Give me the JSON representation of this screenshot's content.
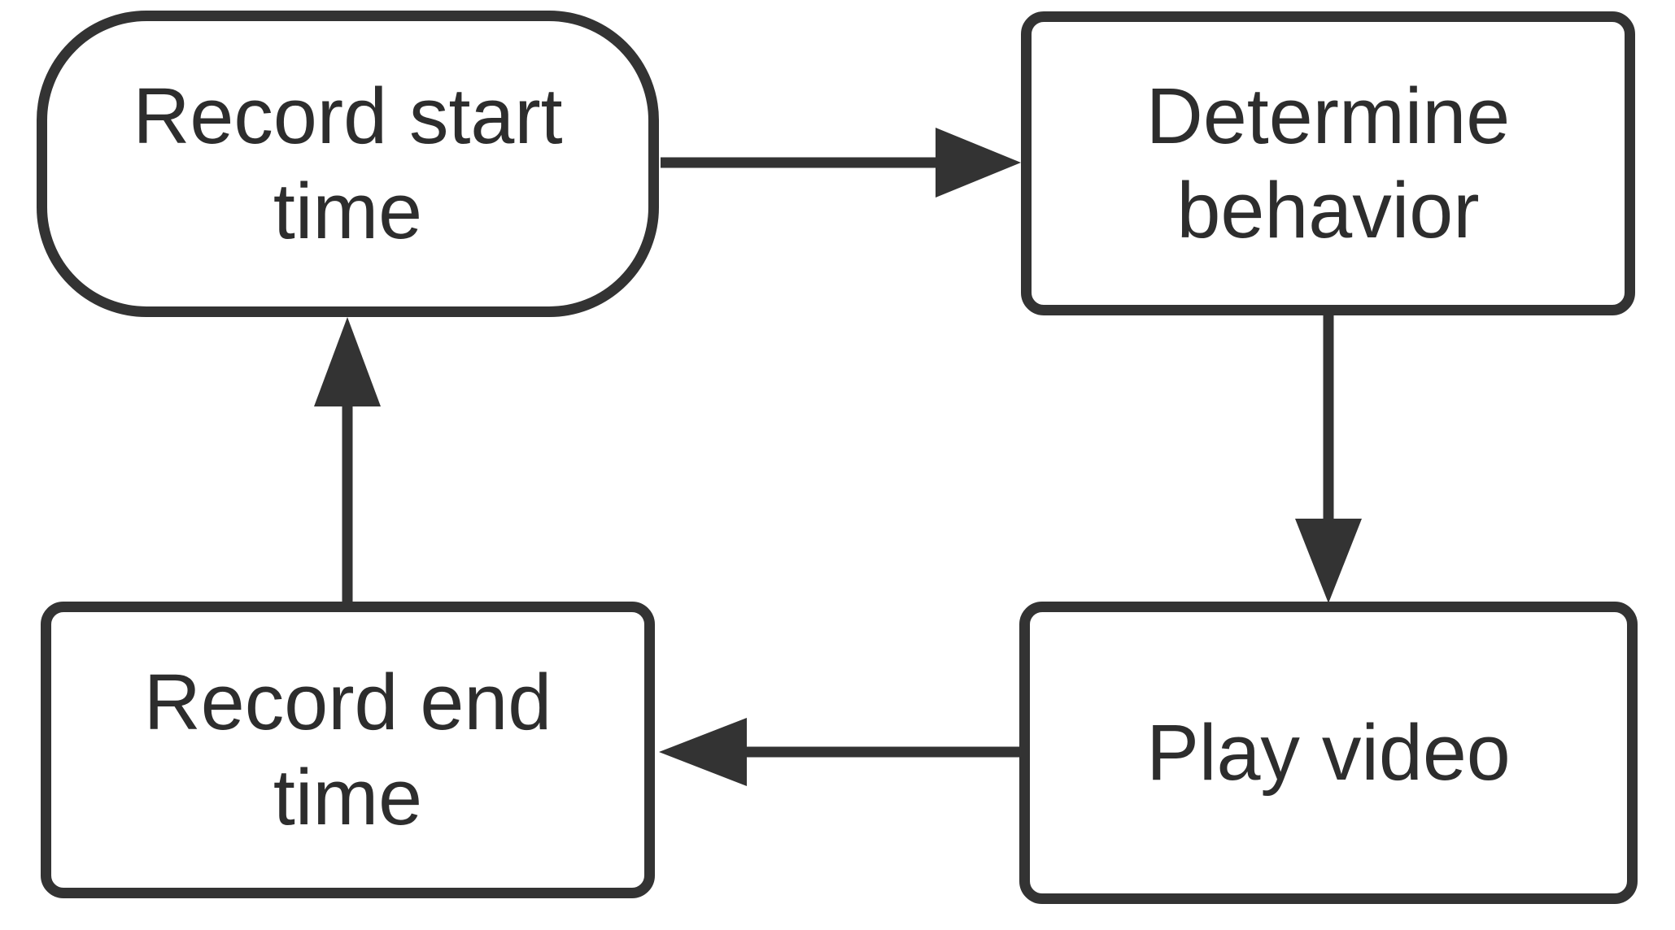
{
  "diagram": {
    "type": "flowchart",
    "colors": {
      "background": "#ffffff",
      "stroke": "#333333",
      "text": "#2d2d2d",
      "node_fill": "#ffffff"
    },
    "nodes": [
      {
        "id": "record-start-time",
        "shape": "stadium",
        "label": "Record start time",
        "lines": [
          "Record start",
          "time"
        ]
      },
      {
        "id": "determine-behavior",
        "shape": "rounded-rect",
        "label": "Determine behavior",
        "lines": [
          "Determine",
          "behavior"
        ]
      },
      {
        "id": "play-video",
        "shape": "rounded-rect",
        "label": "Play video",
        "lines": [
          "Play video"
        ]
      },
      {
        "id": "record-end-time",
        "shape": "rounded-rect",
        "label": "Record end time",
        "lines": [
          "Record end",
          "time"
        ]
      }
    ],
    "edges": [
      {
        "from": "Record start time",
        "to": "Determine behavior",
        "direction": "right"
      },
      {
        "from": "Determine behavior",
        "to": "Play video",
        "direction": "down"
      },
      {
        "from": "Play video",
        "to": "Record end time",
        "direction": "left"
      },
      {
        "from": "Record end time",
        "to": "Record start time",
        "direction": "up"
      }
    ]
  }
}
